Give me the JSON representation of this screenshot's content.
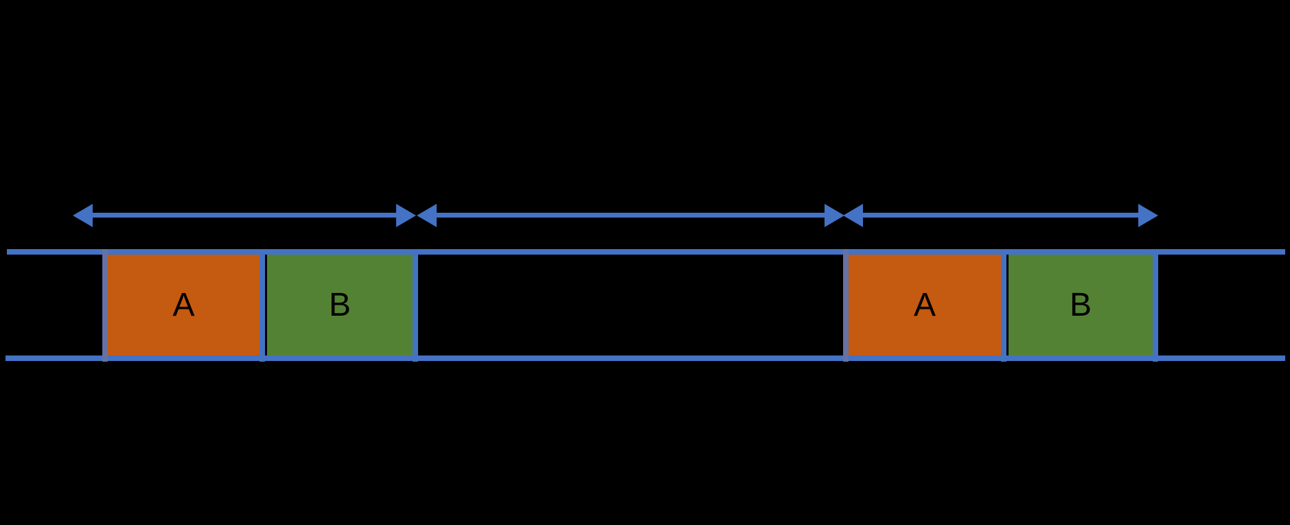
{
  "colors": {
    "background": "#000000",
    "accent-blue": "#4472C4",
    "slate-border": "#6672A3",
    "task-a-orange": "#C55A11",
    "task-b-green": "#548235",
    "label-text": "#000000"
  },
  "timeline": {
    "instances": [
      {
        "blocks": [
          {
            "label": "A"
          },
          {
            "label": "B"
          }
        ]
      },
      {
        "blocks": [
          {
            "label": "A"
          },
          {
            "label": "B"
          }
        ]
      }
    ]
  }
}
